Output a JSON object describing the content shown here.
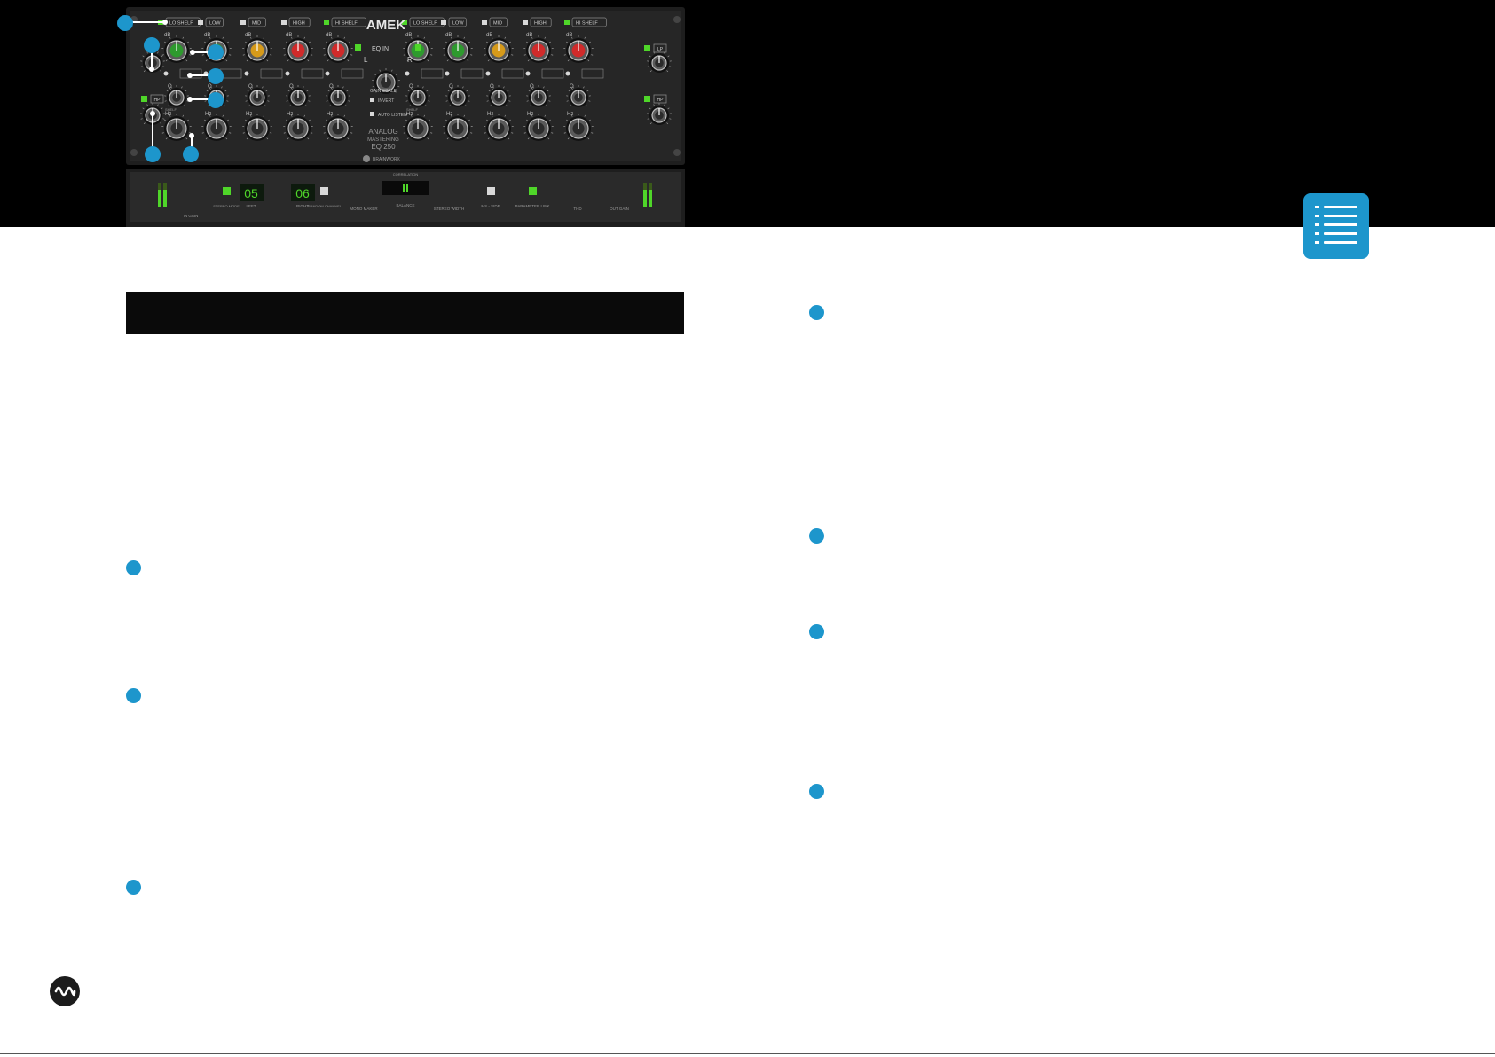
{
  "plugin": {
    "brand": "AMEK",
    "bands": [
      "LO SHELF",
      "LOW",
      "MID",
      "HIGH",
      "HI SHELF"
    ],
    "eq_in_label": "EQ IN",
    "channel_left": "L",
    "channel_right": "R",
    "gain_scale_label": "GAIN SCALE",
    "invert_label": "INVERT",
    "auto_listen_label": "AUTO LISTEN",
    "product_name_line1": "ANALOG",
    "product_name_line2": "MASTERING",
    "product_name_line3": "EQ 250",
    "maker": "BRAINWORX",
    "hp_label": "HP",
    "lp_label": "LP",
    "gain_unit": "dB",
    "freq_unit": "Hz",
    "q_label": "Q",
    "shelf_label": "SHELF",
    "stereo_mode_label": "STEREO MODE",
    "left_label": "LEFT",
    "right_label": "RIGHT",
    "left_value": "05",
    "right_value": "06",
    "random_channel_label": "RANDOM CHANNEL",
    "in_gain_label": "IN GAIN",
    "mono_maker_label": "MONO MAKER",
    "correlation_label": "CORRELATION",
    "balance_label": "BALANCE",
    "stereo_width_label": "STEREO WIDTH",
    "ms_label": "MS - SIDE",
    "parameter_link_label": "PARAMETER LINK",
    "thd_label": "THD",
    "out_gain_label": "OUT GAIN",
    "led_colors": {
      "on": "#4fd629",
      "off": "#3a3a3a"
    },
    "knob_colors": {
      "lo": "#2e9a2e",
      "mid": "#d69a1a",
      "hi": "#d02a2a"
    }
  },
  "colors": {
    "accent": "#1d96cc",
    "hero_bg": "#000000"
  },
  "icons": {
    "toc": "list-icon",
    "brand": "waveform-logo-icon"
  }
}
